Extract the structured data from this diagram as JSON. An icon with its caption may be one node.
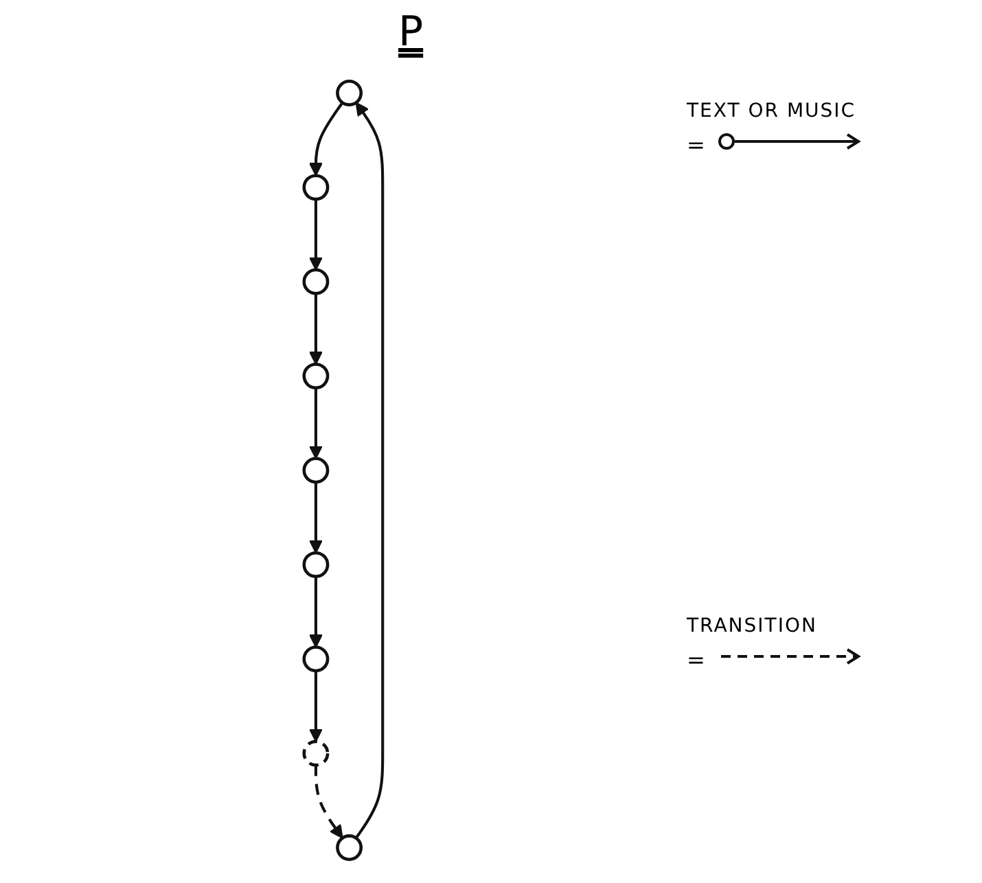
{
  "diagram": {
    "title": "P",
    "nodes": [
      {
        "text": [],
        "shape": "circle"
      },
      {
        "text": [],
        "shape": "circle"
      },
      {
        "text": [],
        "shape": "circle"
      },
      {
        "text": [],
        "shape": "circle"
      },
      {
        "text": [],
        "shape": "spiral"
      },
      {
        "text": [],
        "shape": "circle"
      },
      {
        "text": [],
        "shape": "circle"
      },
      {
        "text": [],
        "shape": "circle"
      },
      {
        "text": [],
        "shape": "circle"
      }
    ],
    "edges": [
      {
        "from": 2,
        "to": 0,
        "arrow": "to"
      },
      {
        "from": 0,
        "to": 6,
        "arrow": "to"
      },
      {
        "from": 1,
        "to": 5,
        "arrow": "to"
      },
      {
        "from": 3,
        "to": 1,
        "arrow": "to"
      },
      {
        "from": 6,
        "to": 8,
        "arrow": "to"
      },
      {
        "from": 8,
        "to": 3,
        "arrow": "to"
      },
      {
        "from": 5,
        "to": 7,
        "arrow": "to"
      },
      {
        "from": 7,
        "to": 4,
        "arrow": "to"
      },
      {
        "from": 4,
        "to": 2,
        "arrow": "to",
        "style": "dashed"
      }
    ],
    "labels": [
      "=",
      "="
    ],
    "legend": [
      {
        "text": "TEXT OR MUSIC"
      },
      {
        "text": "TRANSITION"
      }
    ]
  }
}
